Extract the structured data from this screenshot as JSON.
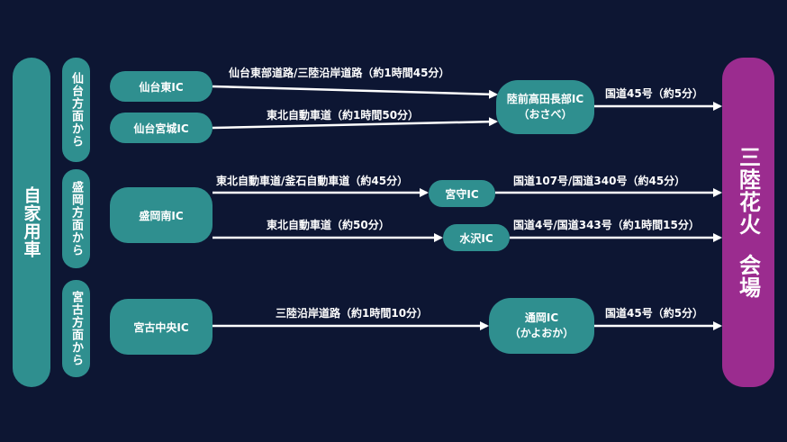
{
  "left_label": "自家用車",
  "origins": [
    "仙台方面から",
    "盛岡方面から",
    "宮古方面から"
  ],
  "nodes": {
    "sendai_higashi": "仙台東IC",
    "sendai_miyagi": "仙台宮城IC",
    "rikuzen_name": "陸前高田長部IC",
    "rikuzen_kana": "（おさべ）",
    "morioka_minami": "盛岡南IC",
    "miyamori": "宮守IC",
    "mizusawa": "水沢IC",
    "miyako_chuo": "宮古中央IC",
    "kayooka_name": "通岡IC",
    "kayooka_kana": "（かよおか）"
  },
  "routes": {
    "r1": "仙台東部道路/三陸沿岸道路（約1時間45分）",
    "r2": "東北自動車道（約1時間50分）",
    "r3": "国道45号（約5分）",
    "r4": "東北自動車道/釜石自動車道（約45分）",
    "r5": "国道107号/国道340号（約45分）",
    "r6": "東北自動車道（約50分）",
    "r7": "国道4号/国道343号（約1時間15分）",
    "r8": "三陸沿岸道路（約1時間10分）",
    "r9": "国道45号（約5分）"
  },
  "venue": {
    "line1": "三陸花火",
    "line2": "会場"
  },
  "colors": {
    "background": "#0d1633",
    "teal": "#2f8f8f",
    "magenta": "#9b2c8f"
  }
}
